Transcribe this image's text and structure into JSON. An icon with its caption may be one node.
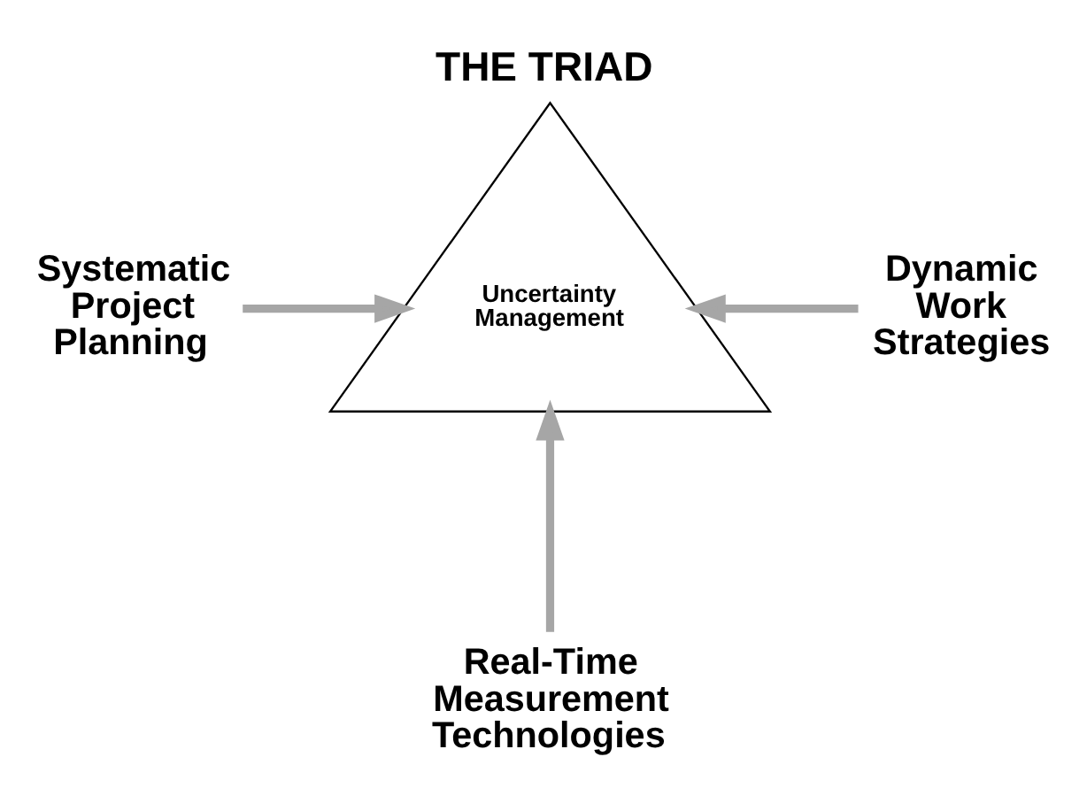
{
  "diagram": {
    "title": "THE TRIAD",
    "nodes": [
      {
        "text": [
          "Uncertainty Management"
        ]
      },
      {
        "text": [
          "Systematic Project Planning"
        ]
      },
      {
        "text": [
          "Dynamic Work Strategies"
        ]
      },
      {
        "text": [
          "Real-Time Measurement Technologies"
        ]
      }
    ],
    "edges": [
      {
        "from": 1,
        "to": 0,
        "arrow": "to"
      },
      {
        "from": 2,
        "to": 0,
        "arrow": "to"
      },
      {
        "from": 3,
        "to": 0,
        "arrow": "to"
      }
    ]
  }
}
